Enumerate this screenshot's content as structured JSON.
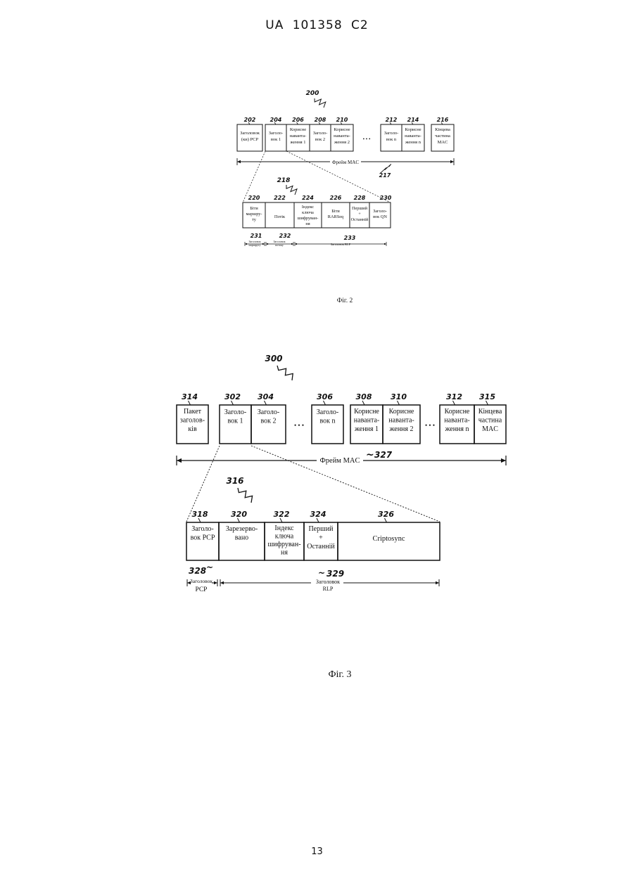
{
  "header": {
    "patent_id": "UA   101358   C2"
  },
  "page_number": "13",
  "fig2": {
    "ref_main": "200",
    "cells": [
      {
        "ref": "202",
        "lines": [
          "Заголовок",
          "(ки) PCP"
        ]
      },
      {
        "ref": "204",
        "lines": [
          "Заголо-",
          "вок 1"
        ]
      },
      {
        "ref": "206",
        "lines": [
          "Корисне",
          "наванта-",
          "ження 1"
        ]
      },
      {
        "ref": "208",
        "lines": [
          "Заголо-",
          "вок 2"
        ]
      },
      {
        "ref": "210",
        "lines": [
          "Корисне",
          "наванта-",
          "ження 2"
        ]
      },
      {
        "ref": "212",
        "lines": [
          "Заголо-",
          "вок n"
        ]
      },
      {
        "ref": "214",
        "lines": [
          "Корисне",
          "наванта-",
          "ження n"
        ]
      },
      {
        "ref": "216",
        "lines": [
          "Кінцева",
          "частина",
          "MAC"
        ]
      }
    ],
    "frame_label": "Фрейм MAC",
    "frame_ref": "217",
    "sub_ref": "218",
    "sub_cells": [
      {
        "ref": "220",
        "lines": [
          "Біти",
          "маршру-",
          "ту"
        ]
      },
      {
        "ref": "222",
        "lines": [
          "Потік"
        ]
      },
      {
        "ref": "224",
        "lines": [
          "Індекс",
          "ключа",
          "шифруван-",
          "ня"
        ]
      },
      {
        "ref": "226",
        "lines": [
          "Біти",
          "RARSeq"
        ]
      },
      {
        "ref": "228",
        "lines": [
          "Перший",
          "+",
          "Останній"
        ]
      },
      {
        "ref": "230",
        "lines": [
          "Заголо-",
          "вок QN"
        ]
      }
    ],
    "spans": [
      {
        "ref": "231",
        "lines": [
          "Заголовок",
          "маршруту"
        ]
      },
      {
        "ref": "232",
        "lines": [
          "Заголовок",
          "потоку"
        ]
      },
      {
        "ref": "233",
        "lines": [
          "Заголовок RLP"
        ]
      }
    ],
    "caption": "Фіг. 2"
  },
  "fig3": {
    "ref_main": "300",
    "cells": [
      {
        "ref": "314",
        "lines": [
          "Пакет",
          "заголов-",
          "ків"
        ]
      },
      {
        "ref": "302",
        "lines": [
          "Заголо-",
          "вок 1"
        ]
      },
      {
        "ref": "304",
        "lines": [
          "Заголо-",
          "вок 2"
        ]
      },
      {
        "ref": "306",
        "lines": [
          "Заголо-",
          "вок n"
        ]
      },
      {
        "ref": "308",
        "lines": [
          "Корисне",
          "наванта-",
          "ження 1"
        ]
      },
      {
        "ref": "310",
        "lines": [
          "Корисне",
          "наванта-",
          "ження 2"
        ]
      },
      {
        "ref": "312",
        "lines": [
          "Корисне",
          "наванта-",
          "ження n"
        ]
      },
      {
        "ref": "315",
        "lines": [
          "Кінцева",
          "частина",
          "MAC"
        ]
      }
    ],
    "frame_label": "Фрейм MAC",
    "frame_ref": "327",
    "sub_ref": "316",
    "sub_cells": [
      {
        "ref": "318",
        "lines": [
          "Заголо-",
          "вок PCP"
        ]
      },
      {
        "ref": "320",
        "lines": [
          "Зарезерво-",
          "вано"
        ]
      },
      {
        "ref": "322",
        "lines": [
          "Індекс",
          "ключа",
          "шифруван-",
          "ня"
        ]
      },
      {
        "ref": "324",
        "lines": [
          "Перший",
          "+",
          "Останній"
        ]
      },
      {
        "ref": "326",
        "lines": [
          "Criptosync"
        ]
      }
    ],
    "spans": [
      {
        "ref": "328",
        "lines": [
          "Заголовок",
          "PCP"
        ]
      },
      {
        "ref": "329",
        "lines": [
          "Заголовок",
          "RLP"
        ]
      }
    ],
    "caption": "Фіг. 3"
  }
}
